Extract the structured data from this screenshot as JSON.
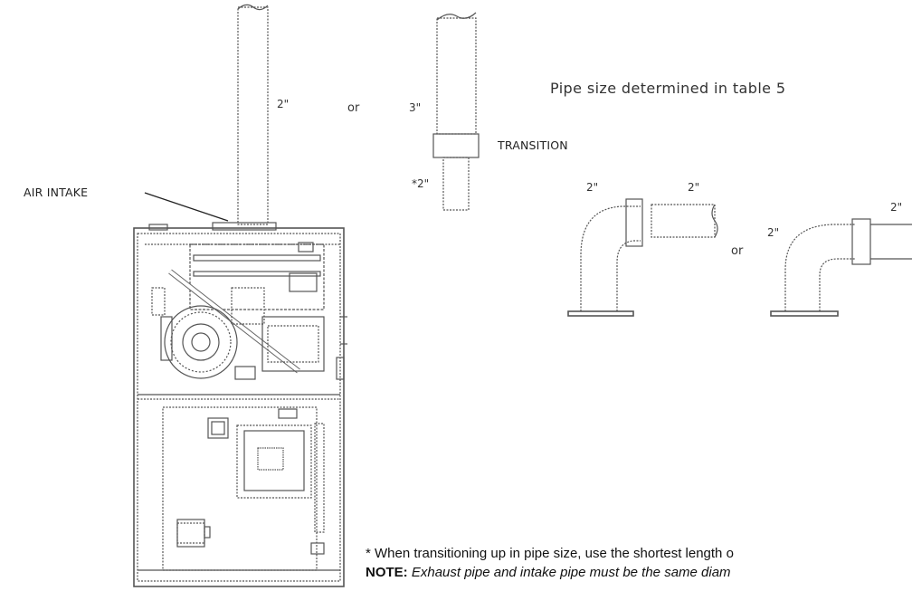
{
  "diagram": {
    "labels": {
      "air_intake": "AIR INTAKE",
      "pipe_2in_left": "2\"",
      "or_1": "or",
      "pipe_3in": "3\"",
      "transition": "TRANSITION",
      "pipe_2in_star": "*2\"",
      "pipe_size_title": "Pipe size determined in table 5",
      "elbow1_vertical": "2\"",
      "elbow1_horizontal": "2\"",
      "or_2": "or",
      "elbow2_vertical": "2\"",
      "elbow2_horizontal": "2\""
    },
    "footnote": {
      "star_text": "* When transitioning up in pipe size, use the shortest length o",
      "note_label": "NOTE:",
      "note_text": "Exhaust pipe and intake pipe must be the same diam"
    },
    "colors": {
      "line": "#555555",
      "text": "#222222",
      "background": "#ffffff"
    }
  }
}
